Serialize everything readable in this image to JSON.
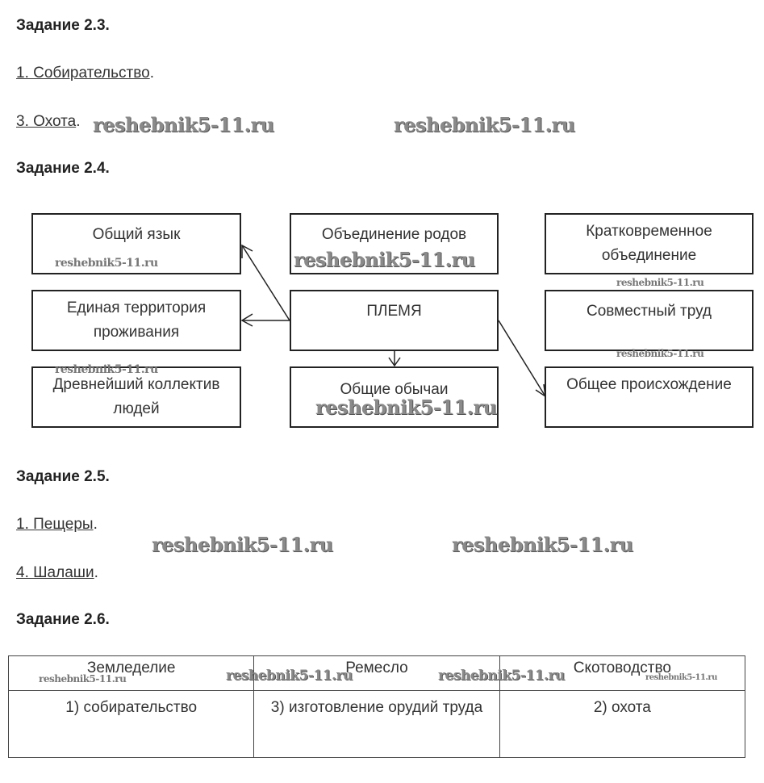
{
  "watermark": "reshebnik5-11.ru",
  "task_2_3": {
    "heading": "Задание 2.3.",
    "answers": [
      {
        "text": "1. Собирательство",
        "suffix": "."
      },
      {
        "text": "3. Охота",
        "suffix": "."
      }
    ]
  },
  "task_2_4": {
    "heading": "Задание 2.4.",
    "boxes": {
      "common_language": "Общий язык",
      "union_of_clans": "Объединение родов",
      "short_term_union": "Кратковременное объединение",
      "single_territory": "Единая территория проживания",
      "tribe": "ПЛЕМЯ",
      "joint_labor": "Совместный труд",
      "ancient_collective": "Древнейший коллектив людей",
      "common_customs": "Общие обычаи",
      "common_origin": "Общее происхождение"
    }
  },
  "task_2_5": {
    "heading": "Задание 2.5.",
    "answers": [
      {
        "text": "1. Пещеры",
        "suffix": "."
      },
      {
        "text": "4. Шалаши",
        "suffix": "."
      }
    ]
  },
  "task_2_6": {
    "heading": "Задание 2.6.",
    "table": {
      "headers": [
        "Земледелие",
        "Ремесло",
        "Скотоводство"
      ],
      "row": [
        "1) собирательство",
        "3) изготовление орудий труда",
        "2) охота"
      ]
    }
  }
}
